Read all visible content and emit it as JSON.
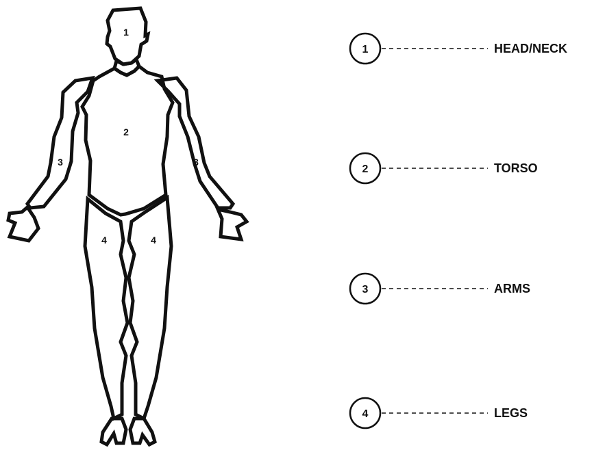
{
  "figure": {
    "regions": [
      {
        "id": "head",
        "number": "1"
      },
      {
        "id": "torso",
        "number": "2"
      },
      {
        "id": "arm-left",
        "number": "3"
      },
      {
        "id": "arm-right",
        "number": "3"
      },
      {
        "id": "leg-left",
        "number": "4"
      },
      {
        "id": "leg-right",
        "number": "4"
      }
    ]
  },
  "legend": {
    "items": [
      {
        "number": "1",
        "label": "HEAD/NECK"
      },
      {
        "number": "2",
        "label": "TORSO"
      },
      {
        "number": "3",
        "label": "ARMS"
      },
      {
        "number": "4",
        "label": "LEGS"
      }
    ]
  },
  "colors": {
    "line": "#111111",
    "background": "#ffffff"
  }
}
